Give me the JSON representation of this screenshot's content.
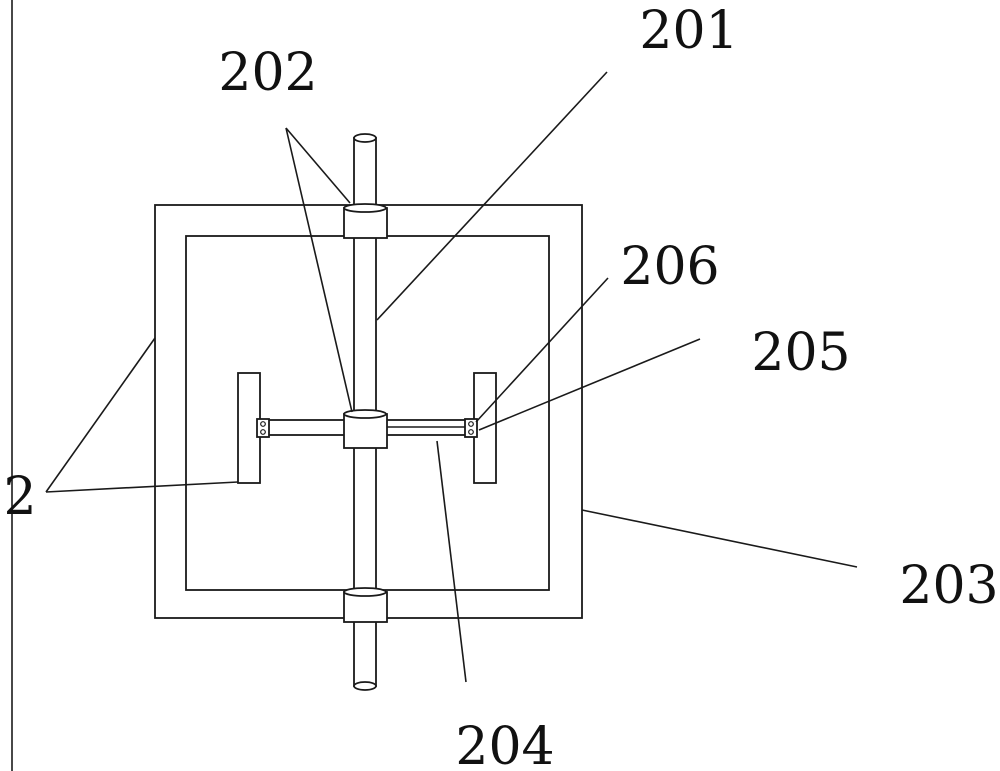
{
  "figure": {
    "labels": {
      "l2": "2",
      "l201": "201",
      "l202": "202",
      "l203": "203",
      "l204": "204",
      "l205": "205",
      "l206": "206"
    }
  }
}
